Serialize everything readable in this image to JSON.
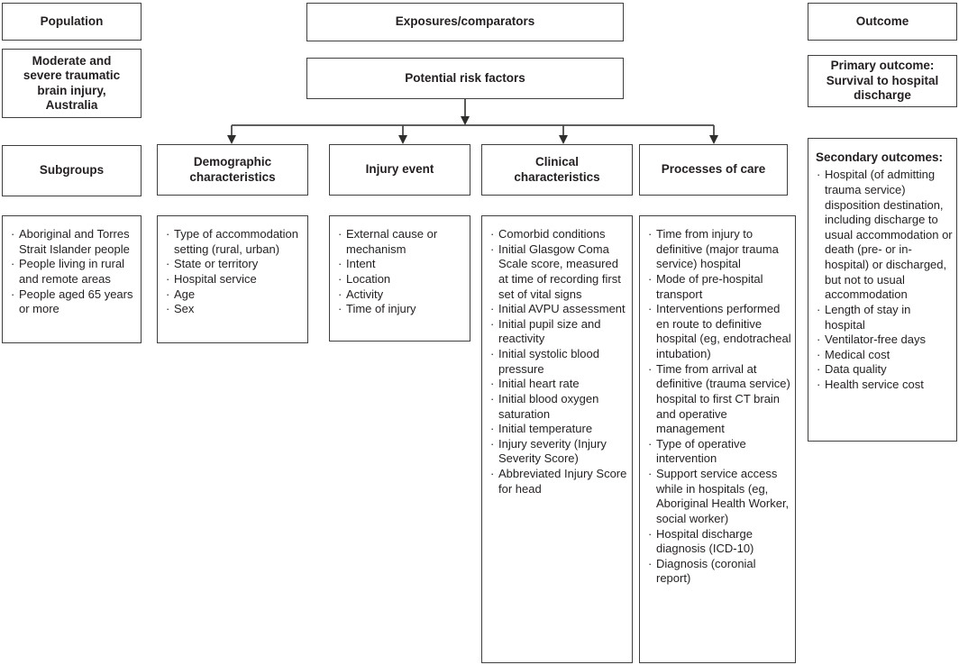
{
  "population": {
    "header": "Population",
    "description": "Moderate and severe traumatic brain injury, Australia",
    "subgroups_header": "Subgroups",
    "subgroups": [
      "Aboriginal and Torres Strait Islander people",
      "People living in rural and remote areas",
      "People aged 65 years or more"
    ]
  },
  "exposures": {
    "header": "Exposures/comparators",
    "subheader": "Potential risk factors",
    "branches": [
      {
        "title": "Demographic characteristics",
        "items": [
          "Type of accommodation setting (rural, urban)",
          "State or territory",
          "Hospital service",
          "Age",
          "Sex"
        ]
      },
      {
        "title": "Injury event",
        "items": [
          "External cause or mechanism",
          "Intent",
          "Location",
          "Activity",
          "Time of injury"
        ]
      },
      {
        "title": "Clinical characteristics",
        "items": [
          "Comorbid conditions",
          "Initial Glasgow Coma Scale score, measured at time of recording first set of vital signs",
          "Initial AVPU assessment",
          "Initial pupil size and reactivity",
          "Initial systolic blood pressure",
          "Initial heart rate",
          "Initial blood oxygen saturation",
          "Initial temperature",
          "Injury severity (Injury Severity Score)",
          "Abbreviated Injury Score for head"
        ]
      },
      {
        "title": "Processes of care",
        "items": [
          "Time from injury to definitive (major trauma service) hospital",
          "Mode of pre-hospital transport",
          "Interventions performed en route to definitive hospital (eg, endotracheal intubation)",
          "Time from arrival at definitive (trauma service) hospital to first CT brain and operative management",
          "Type of operative intervention",
          "Support service access while in hospitals (eg, Aboriginal Health Worker, social worker)",
          "Hospital discharge diagnosis (ICD-10)",
          "Diagnosis (coronial report)"
        ]
      }
    ]
  },
  "outcome": {
    "header": "Outcome",
    "primary": "Primary outcome: Survival to hospital discharge",
    "secondary_header": "Secondary outcomes:",
    "secondary": [
      "Hospital (of admitting trauma service) disposition destination, including discharge to usual accommodation or death (pre- or in-hospital) or discharged, but not to usual accommodation",
      "Length of stay in hospital",
      "Ventilator-free days",
      "Medical cost",
      "Data quality",
      "Health service cost"
    ]
  },
  "colors": {
    "border": "#3f3f3e",
    "connector_line": "#4a4a49",
    "text": "#231f20",
    "background": "#ffffff"
  }
}
